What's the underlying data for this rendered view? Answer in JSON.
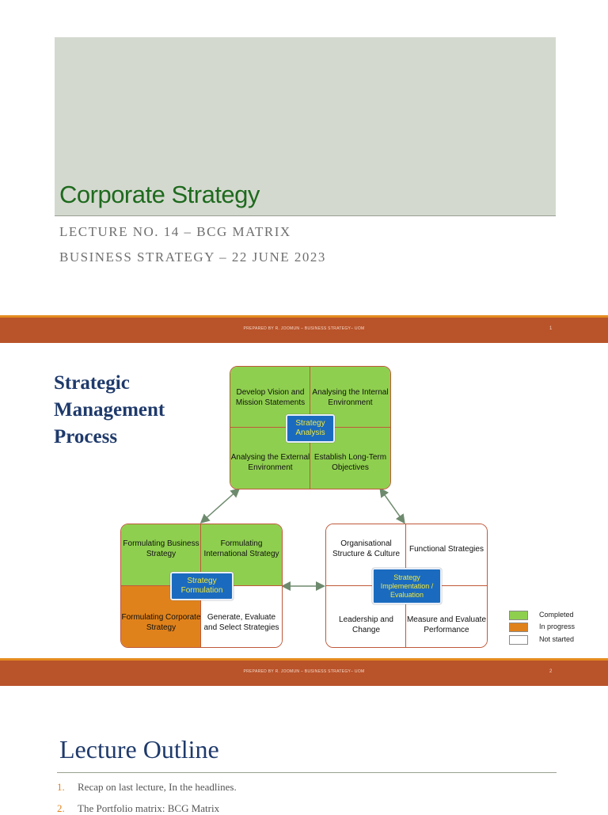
{
  "slide1": {
    "title": "Corporate Strategy",
    "subtitle_line1": "LECTURE NO. 14 – BCG MATRIX",
    "subtitle_line2": "BUSINESS STRATEGY – 22 JUNE 2023"
  },
  "footer1": {
    "text": "PREPARED BY R. JOOMUN – BUSINESS STRATEGY– UOM",
    "page": "1"
  },
  "footer2": {
    "text": "PREPARED BY R. JOOMUN – BUSINESS STRATEGY– UOM",
    "page": "2"
  },
  "slide2": {
    "title_line1": "Strategic",
    "title_line2": "Management",
    "title_line3": "Process",
    "analysis": {
      "badge": "Strategy Analysis",
      "cells": [
        "Develop Vision and Mission Statements",
        "Analysing the Internal Environment",
        "Analysing the External Environment",
        "Establish Long-Term Objectives"
      ],
      "status": [
        "completed",
        "completed",
        "completed",
        "completed"
      ]
    },
    "formulation": {
      "badge": "Strategy Formulation",
      "cells": [
        "Formulating Business Strategy",
        "Formulating International Strategy",
        "Formulating Corporate Strategy",
        "Generate, Evaluate and Select Strategies"
      ],
      "status": [
        "completed",
        "completed",
        "in progress",
        "not started"
      ]
    },
    "implementation": {
      "badge": "Strategy Implementation / Evaluation",
      "cells": [
        "Organisational Structure & Culture",
        "Functional Strategies",
        "Leadership and Change",
        "Measure and Evaluate Performance"
      ],
      "status": [
        "not started",
        "not started",
        "not started",
        "not started"
      ]
    },
    "legend": {
      "completed": "Completed",
      "in_progress": "In progress",
      "not_started": "Not started"
    },
    "colors": {
      "completed": "#8fcf4f",
      "in_progress": "#e0821b",
      "not_started": "#ffffff",
      "badge": "#1a6bbf"
    }
  },
  "slide3": {
    "title": "Lecture Outline",
    "items": [
      {
        "num": "1.",
        "text": "Recap on last lecture, In the headlines."
      },
      {
        "num": "2.",
        "text": "The Portfolio matrix: BCG Matrix"
      }
    ]
  }
}
